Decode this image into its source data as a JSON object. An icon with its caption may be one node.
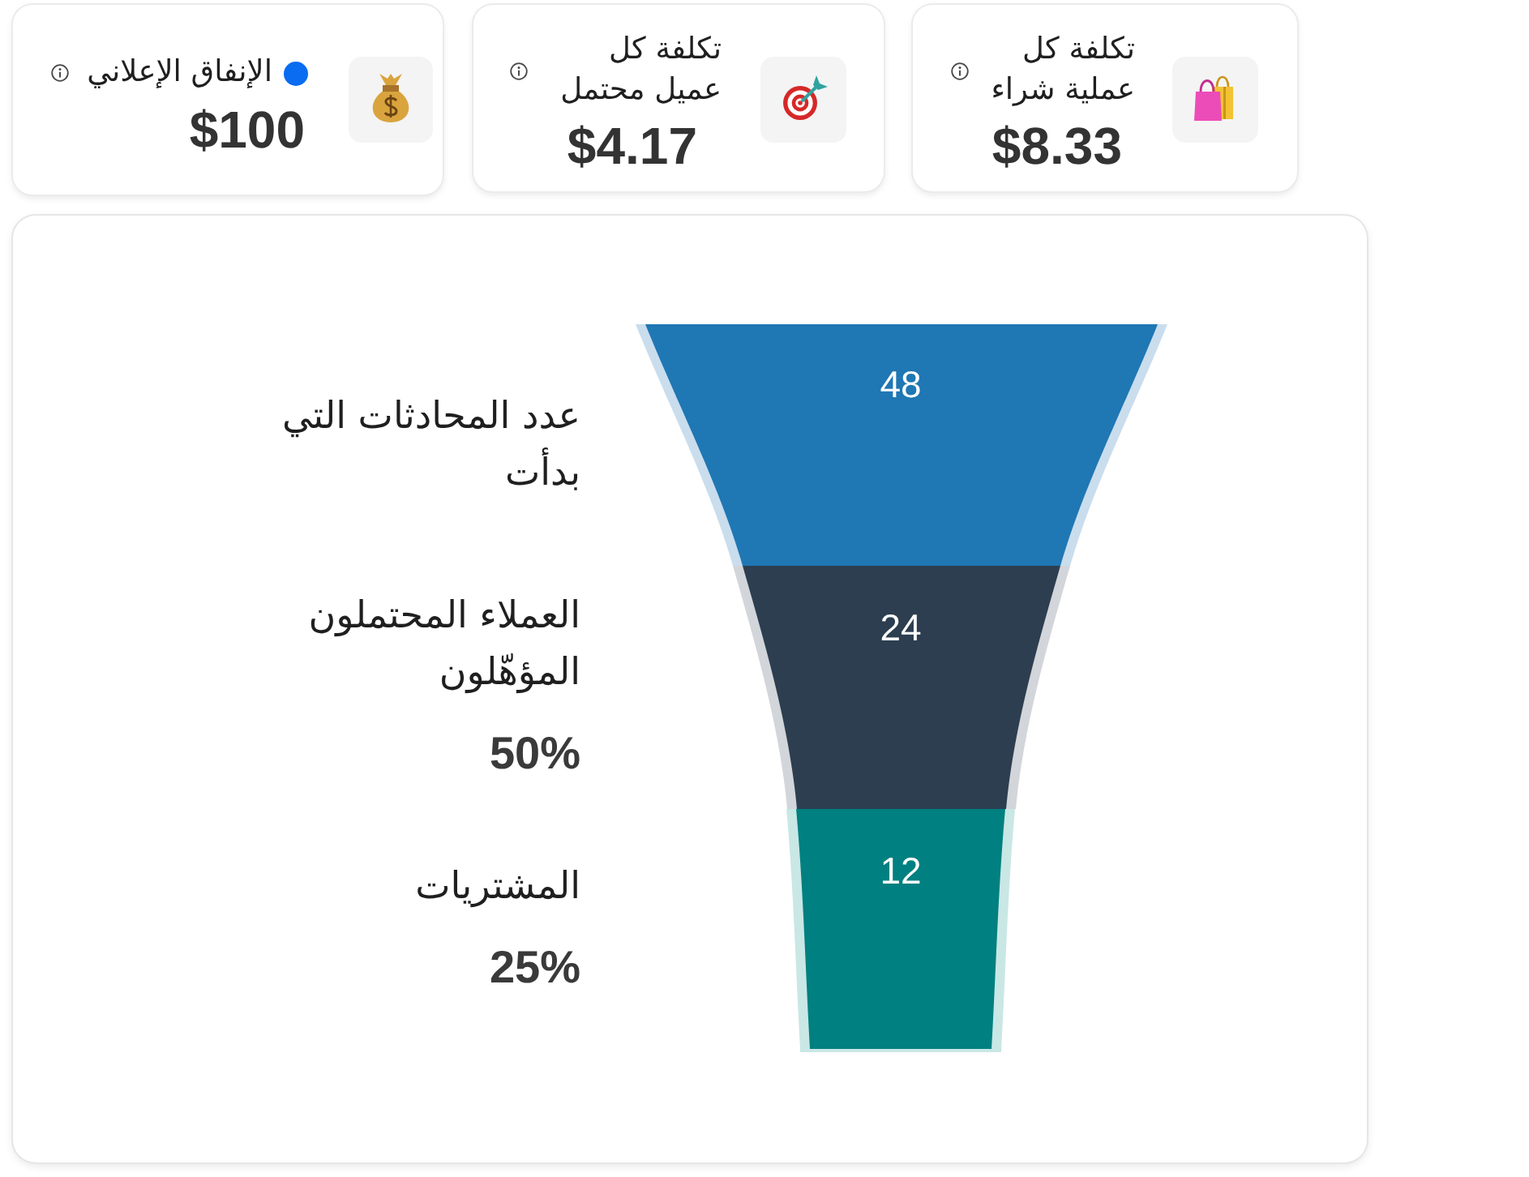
{
  "diagram": {
    "nodes": [
      {
        "text": [
          "الإنفاق الإعلاني",
          "$100"
        ]
      },
      {
        "text": [
          "تكلفة كل عميل محتمل",
          "$4.17"
        ]
      },
      {
        "text": [
          "تكلفة كل عملية شراء",
          "$8.33"
        ]
      },
      {
        "text": [],
        "shape": "box"
      },
      {
        "text": [
          "48"
        ],
        "in": 3,
        "beside": [
          "عدد المحادثات التي بدأت"
        ]
      },
      {
        "text": [
          "24"
        ],
        "in": 3,
        "beside": [
          "العملاء المحتملون المؤهّلون",
          "50%"
        ]
      },
      {
        "text": [
          "12"
        ],
        "in": 3,
        "beside": [
          "المشتريات",
          "25%"
        ]
      }
    ]
  }
}
